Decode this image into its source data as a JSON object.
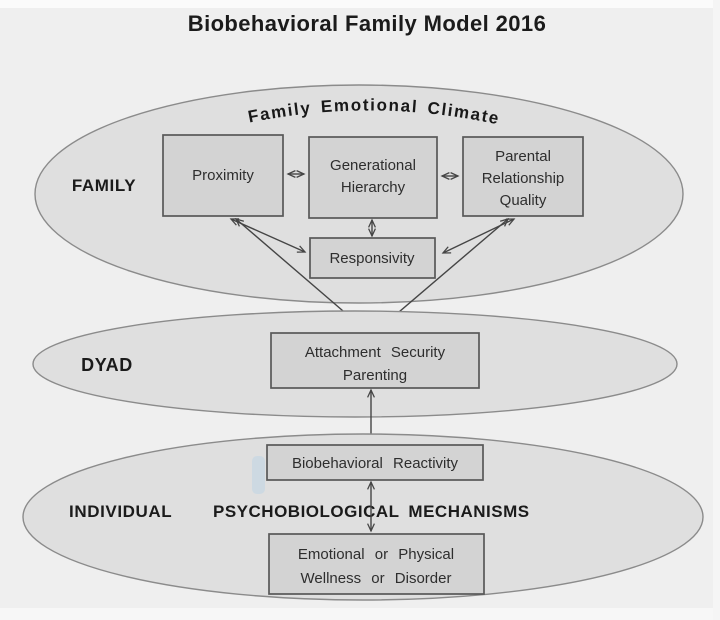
{
  "title": "Biobehavioral Family Model 2016",
  "family": {
    "zone_label": "FAMILY",
    "climate_arc_label": "Family Emotional Climate",
    "proximity": "Proximity",
    "generational_hierarchy": [
      "Generational",
      "Hierarchy"
    ],
    "parental_relationship_quality": [
      "Parental",
      "Relationship",
      "Quality"
    ],
    "responsivity": "Responsivity"
  },
  "dyad": {
    "zone_label": "DYAD",
    "attachment": [
      "Attachment Security",
      "Parenting"
    ]
  },
  "individual": {
    "zone_label": "INDIVIDUAL",
    "mechanisms_label": "PSYCHOBIOLOGICAL MECHANISMS",
    "biobehavioral_reactivity": "Biobehavioral Reactivity",
    "wellness": [
      "Emotional or Physical",
      "Wellness or Disorder"
    ]
  },
  "colors": {
    "background": "#efefef",
    "ellipse_fill": "#dfdfdf",
    "ellipse_stroke": "#8b8b8b",
    "node_fill": "#d3d3d3",
    "node_stroke": "#585858",
    "arrow": "#454545",
    "text": "#1b1b1b"
  }
}
